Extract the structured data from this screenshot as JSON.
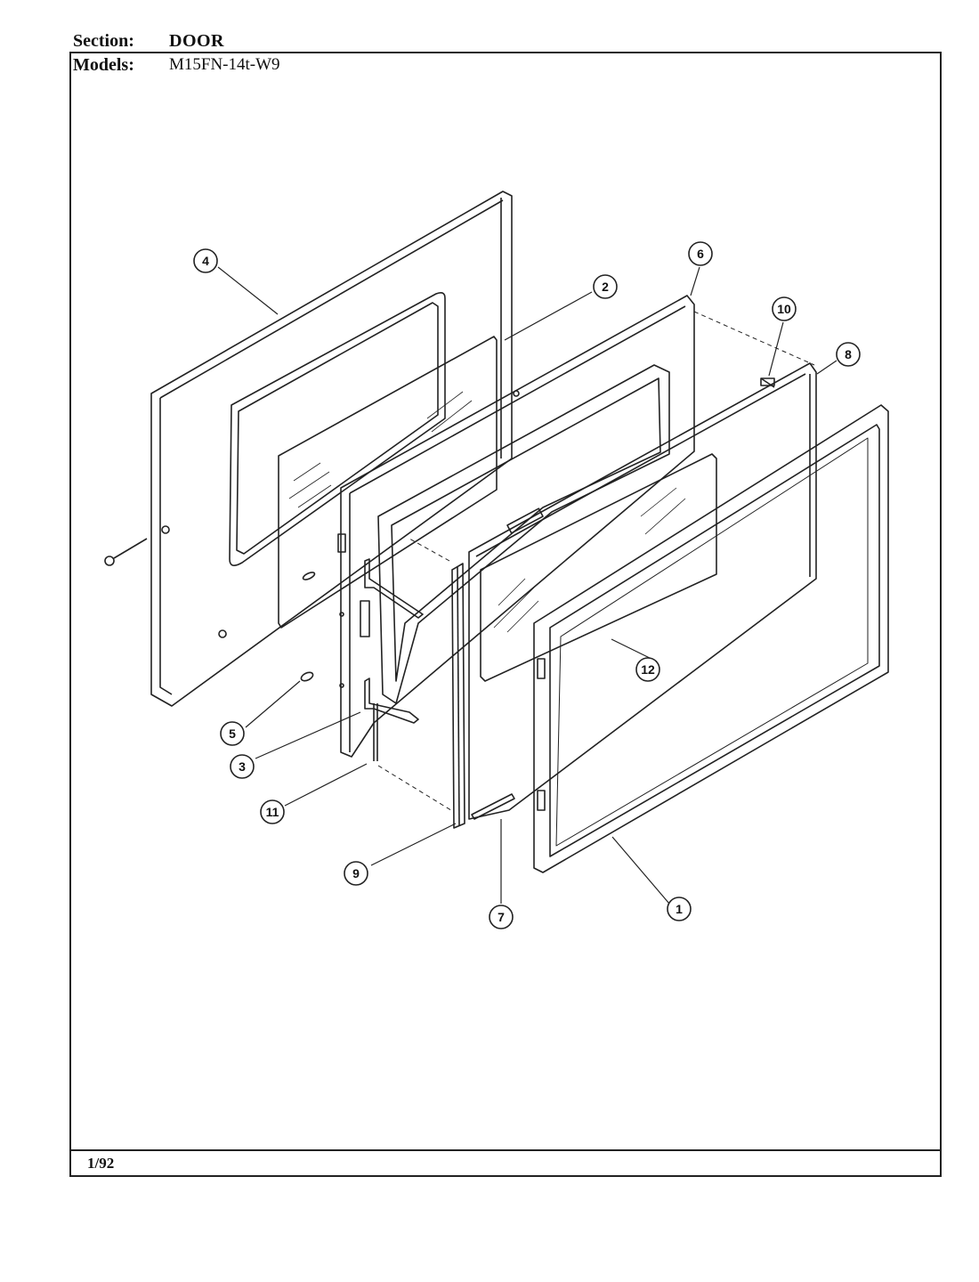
{
  "header": {
    "section_label": "Section:",
    "section_value": "DOOR",
    "models_label": "Models:",
    "models_value": "M15FN-14t-W9"
  },
  "footer": {
    "date": "1/92"
  },
  "callouts": [
    "1",
    "2",
    "3",
    "4",
    "5",
    "6",
    "7",
    "8",
    "9",
    "10",
    "11",
    "12"
  ]
}
